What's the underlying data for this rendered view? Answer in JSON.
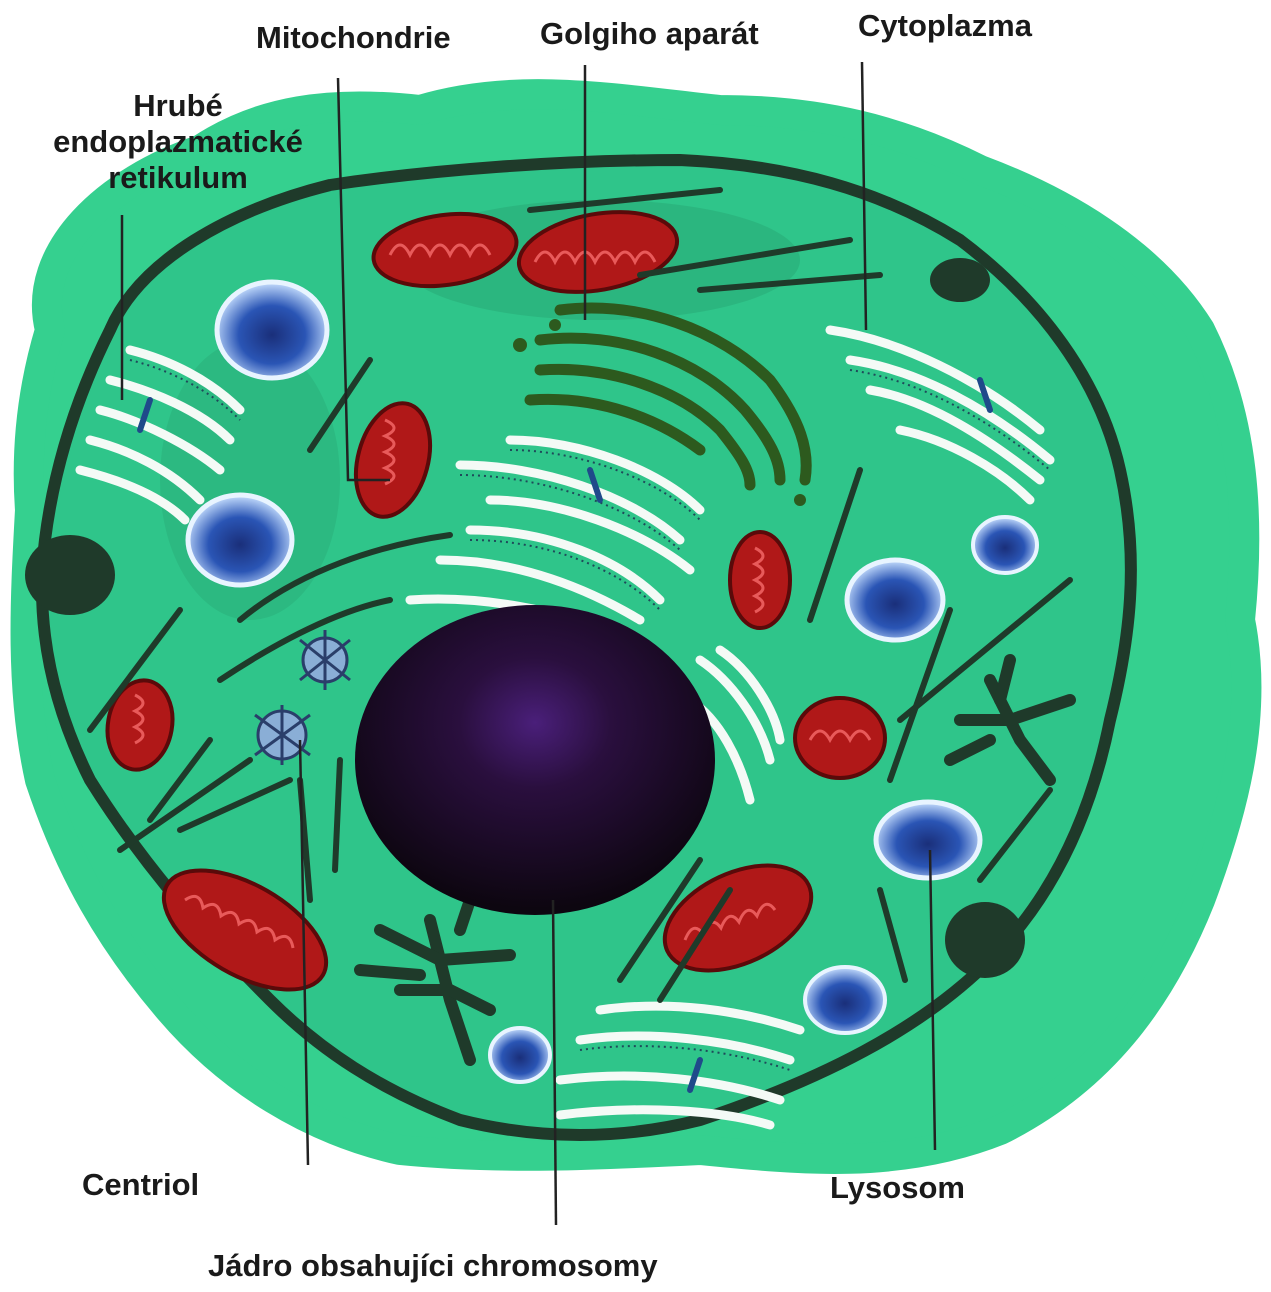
{
  "labels": {
    "mitochondrie": "Mitochondrie",
    "golgi": "Golgiho aparát",
    "cytoplazma": "Cytoplazma",
    "rer_line1": "Hrubé",
    "rer_line2": "endoplazmatické",
    "rer_line3": "retikulum",
    "centriol": "Centriol",
    "lysosom": "Lysosom",
    "jadro": "Jádro obsahujíci chromosomy"
  },
  "colors": {
    "cytoplasm": "#2fc58a",
    "outer_fuzz": "#35d08f",
    "membrane": "#1f3a2a",
    "mitochondria": "#b01818",
    "nucleus": "#150a1c",
    "nucleolus": "#4a1f7a",
    "vesicle": "#1f3c8f",
    "golgi": "#2d5a1e"
  }
}
